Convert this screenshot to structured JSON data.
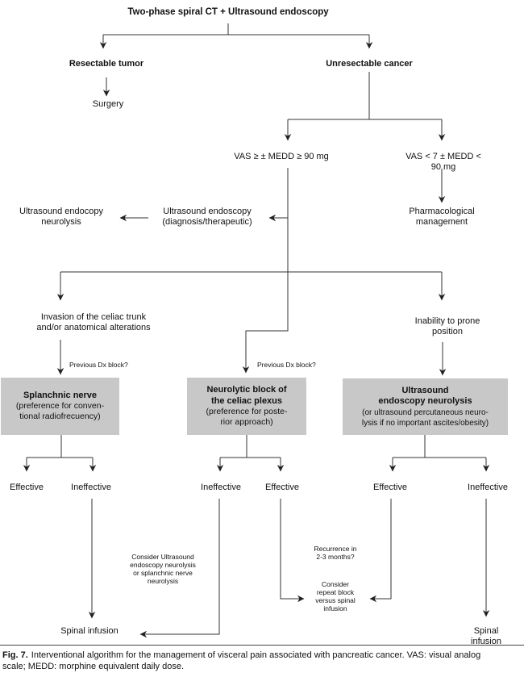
{
  "colors": {
    "box_fill": "#c8c8c8",
    "line": "#333333",
    "text": "#111111"
  },
  "nodes": {
    "root": "Two-phase spiral CT + Ultrasound endoscopy",
    "resectable_tumor": "Resectable tumor",
    "unresectable_cancer": "Unresectable cancer",
    "surgery": "Surgery",
    "vas_high": "VAS ≥ ± MEDD ≥ 90 mg",
    "vas_low": "VAS < 7 ± MEDD < 90 mg",
    "pharmacological": "Pharmacological\nmanagement",
    "us_endoscopy_diag": "Ultrasound endoscopy\n(diagnosis/therapeutic)",
    "us_endoscopy_neurolysis": "Ultrasound endocopy\nneurolysis",
    "invasion_celiac": "Invasion of the celiac trunk\nand/or anatomical alterations",
    "inability_prone": "Inability to prone position",
    "spinal_infusion": "Spinal infusion"
  },
  "boxes": {
    "splanchnic": {
      "title": "Splanchnic nerve",
      "body": "(preference for conven-\ntional radiofrecuency)"
    },
    "neurolytic": {
      "title": "Neurolytic block of\nthe celiac plexus",
      "body": "(preference for poste-\nrior approach)"
    },
    "us_neurolysis": {
      "title": "Ultrasound\nendoscopy neurolysis",
      "body": "(or ultrasound percutaneous neuro-\nlysis if no important ascites/obesity)"
    }
  },
  "outcomes": {
    "effective": "Effective",
    "ineffective": "Ineffective"
  },
  "annotations": {
    "previous_dx_block": "Previous Dx block?",
    "consider_us_neurolysis": "Consider Ultrasound\nendoscopy neurolysis\nor splanchnic nerve\nneurolysis",
    "recurrence": "Recurrence in\n2-3 months?",
    "consider_repeat_block": "Consider\nrepeat block\nversus spinal\ninfusion"
  },
  "caption": {
    "label": "Fig. 7.",
    "text": "Interventional algorithm for the management of visceral pain associated with pancreatic cancer. VAS: visual analog\nscale; MEDD: morphine equivalent daily dose."
  }
}
